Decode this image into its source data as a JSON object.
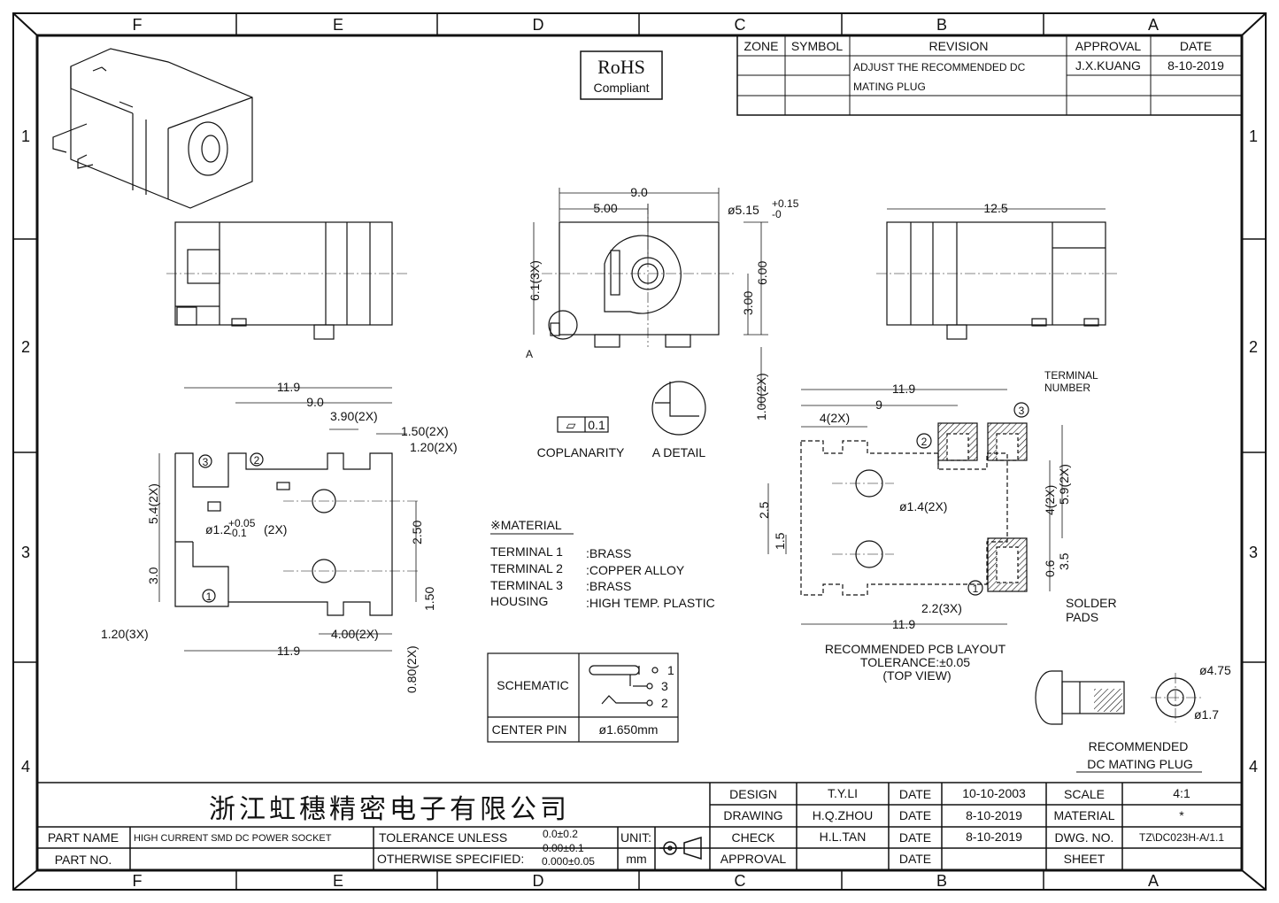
{
  "border": {
    "columns": [
      "F",
      "E",
      "D",
      "C",
      "B",
      "A"
    ],
    "rows": [
      "1",
      "2",
      "3",
      "4"
    ]
  },
  "rohs": {
    "line1": "RoHS",
    "line2": "Compliant"
  },
  "revision": {
    "headers": [
      "ZONE",
      "SYMBOL",
      "REVISION",
      "APPROVAL",
      "DATE"
    ],
    "rev_line1": "ADJUST THE RECOMMENDED DC",
    "rev_line2": "MATING PLUG",
    "approval": "J.X.KUANG",
    "date": "8-10-2019"
  },
  "front_view": {
    "width": "9.0",
    "offset": "5.00",
    "pin_dia": "ø5.15",
    "pin_tol_plus": "+0.15",
    "pin_tol_minus": "-0",
    "height_left": "6.1(3X)",
    "height_right": "6.00",
    "center_height": "3.00",
    "leg": "1.00(2X)",
    "detail_marker": "A"
  },
  "side_right": {
    "length": "12.5"
  },
  "coplanarity": {
    "symbol": "▱",
    "value": "0.1",
    "label": "COPLANARITY",
    "detail": "A DETAIL"
  },
  "bottom_view": {
    "overall": "11.9",
    "d9": "9.0",
    "d390": "3.90(2X)",
    "d150": "1.50(2X)",
    "d120": "1.20(2X)",
    "d54": "5.4(2X)",
    "hole": "ø1.2",
    "hole_tol_plus": "+0.05",
    "hole_tol_minus": "-0.1",
    "hole_count": "(2X)",
    "d250": "2.50",
    "d30": "3.0",
    "d150b": "1.50",
    "d120_3x": "1.20(3X)",
    "d400": "4.00(2X)",
    "overall_bottom": "11.9",
    "d080": "0.80(2X)",
    "t1": "1",
    "t2": "2",
    "t3": "3"
  },
  "material": {
    "title": "※MATERIAL",
    "rows": [
      {
        "name": "TERMINAL 1",
        "value": ":BRASS"
      },
      {
        "name": "TERMINAL 2",
        "value": ":COPPER ALLOY"
      },
      {
        "name": "TERMINAL 3",
        "value": ":BRASS"
      },
      {
        "name": "HOUSING",
        "value": ":HIGH TEMP. PLASTIC"
      }
    ]
  },
  "schematic": {
    "label": "SCHEMATIC",
    "pins": [
      "1",
      "3",
      "2"
    ],
    "center_pin_label": "CENTER PIN",
    "center_pin_value": "ø1.650mm"
  },
  "pcb": {
    "overall": "11.9",
    "d9": "9",
    "d4": "4(2X)",
    "terminal_number": [
      "TERMINAL",
      "NUMBER"
    ],
    "hole": "ø1.4(2X)",
    "d25": "2.5",
    "d15": "1.5",
    "d4b": "4(2X)",
    "d59": "5.9(2X)",
    "d06": "0.6",
    "d35": "3.5",
    "d22": "2.2(3X)",
    "overall_bottom": "11.9",
    "solder": [
      "SOLDER",
      "PADS"
    ],
    "caption1": "RECOMMENDED PCB LAYOUT",
    "caption2": "TOLERANCE:±0.05",
    "caption3": "(TOP VIEW)",
    "t1": "1",
    "t2": "2",
    "t3": "3"
  },
  "mating_plug": {
    "od": "ø4.75",
    "id": "ø1.7",
    "caption1": "RECOMMENDED",
    "caption2": "DC MATING PLUG"
  },
  "title_block": {
    "company": "浙江虹穗精密电子有限公司",
    "part_name_label": "PART NAME",
    "part_name": "HIGH CURRENT SMD DC POWER SOCKET",
    "part_no_label": "PART NO.",
    "tol_line1": "TOLERANCE UNLESS",
    "tol_line2": "OTHERWISE SPECIFIED:",
    "tol_v1": "0.0±0.2",
    "tol_v2": "0.00±0.1",
    "tol_v3": "0.000±0.05",
    "unit_label": "UNIT:",
    "unit": "mm",
    "design_label": "DESIGN",
    "design": "T.Y.LI",
    "design_date": "10-10-2003",
    "drawing_label": "DRAWING",
    "drawing": "H.Q.ZHOU",
    "drawing_date": "8-10-2019",
    "check_label": "CHECK",
    "check": "H.L.TAN",
    "check_date": "8-10-2019",
    "approval_label": "APPROVAL",
    "date_label": "DATE",
    "scale_label": "SCALE",
    "scale": "4:1",
    "material_label": "MATERIAL",
    "material": "*",
    "dwg_label": "DWG. NO.",
    "dwg": "TZ\\DC023H-A/1.1",
    "sheet_label": "SHEET"
  }
}
